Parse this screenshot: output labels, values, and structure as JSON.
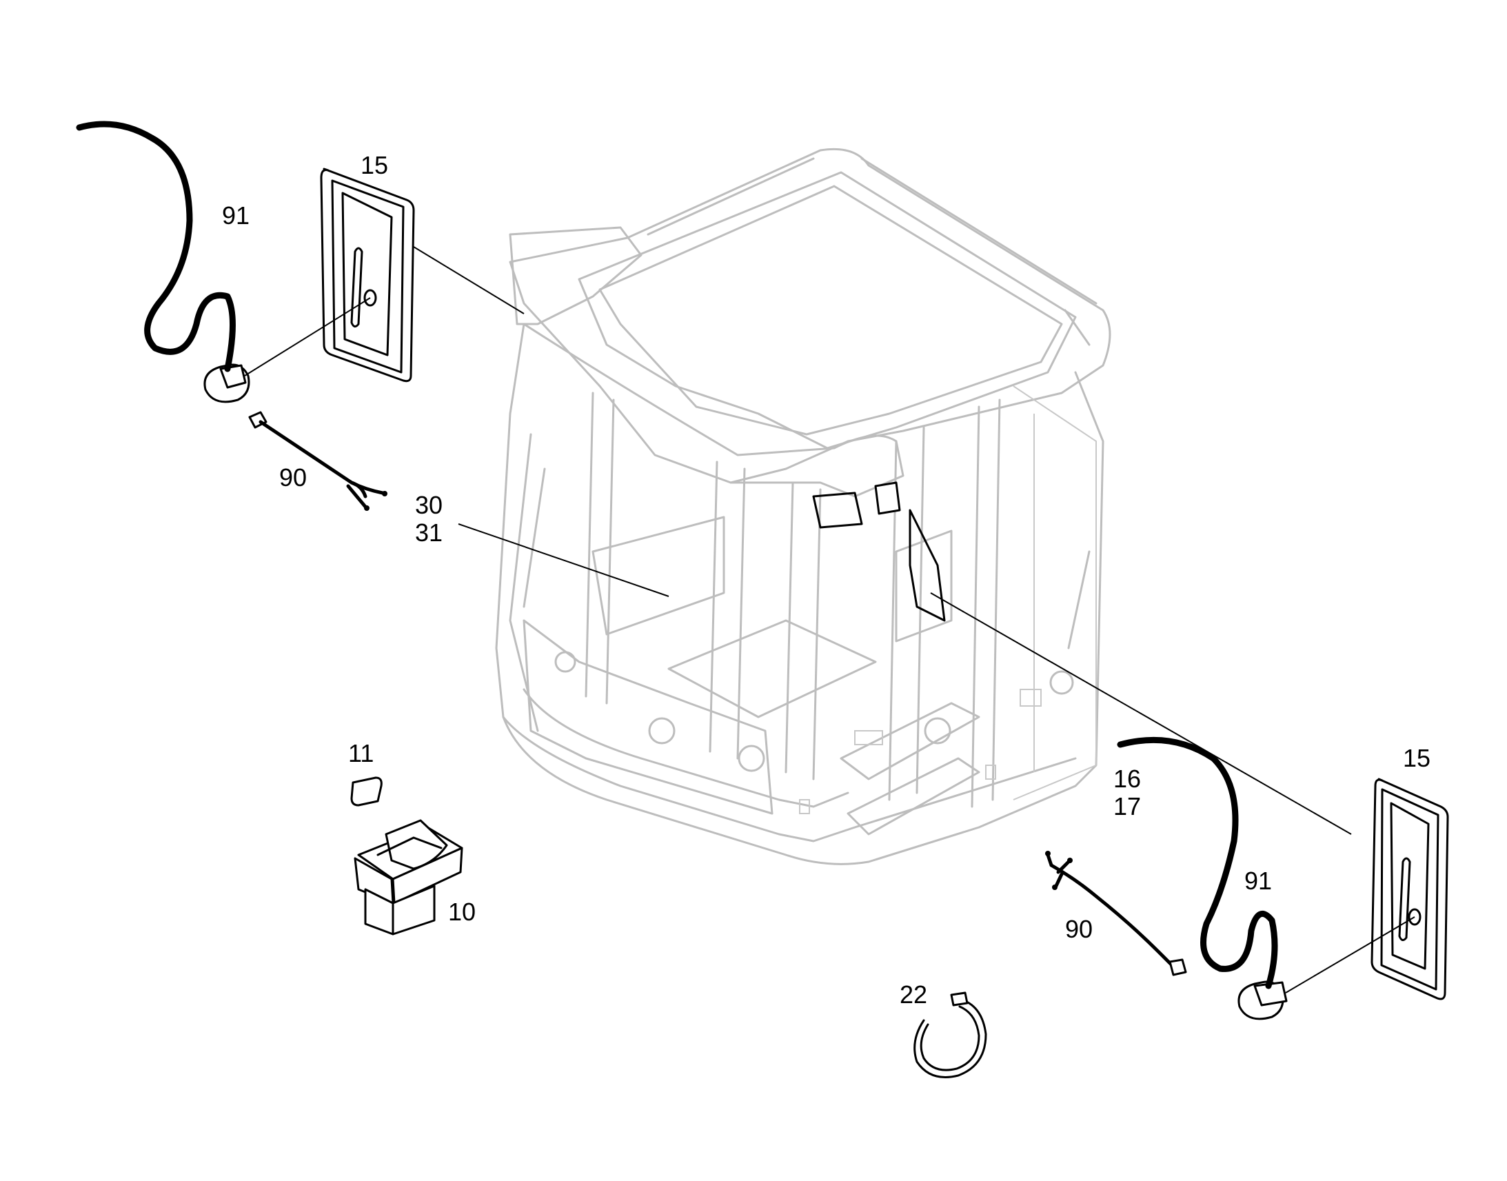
{
  "diagram": {
    "callouts": {
      "mirror_left": "15",
      "mirror_right": "15",
      "cable_left": "91",
      "cable_right": "91",
      "harness_left": "90",
      "harness_right": "90",
      "line_30": "30",
      "line_31": "31",
      "line_16": "16",
      "line_17": "17",
      "switch_cover": "11",
      "switch": "10",
      "clamp": "22"
    }
  }
}
